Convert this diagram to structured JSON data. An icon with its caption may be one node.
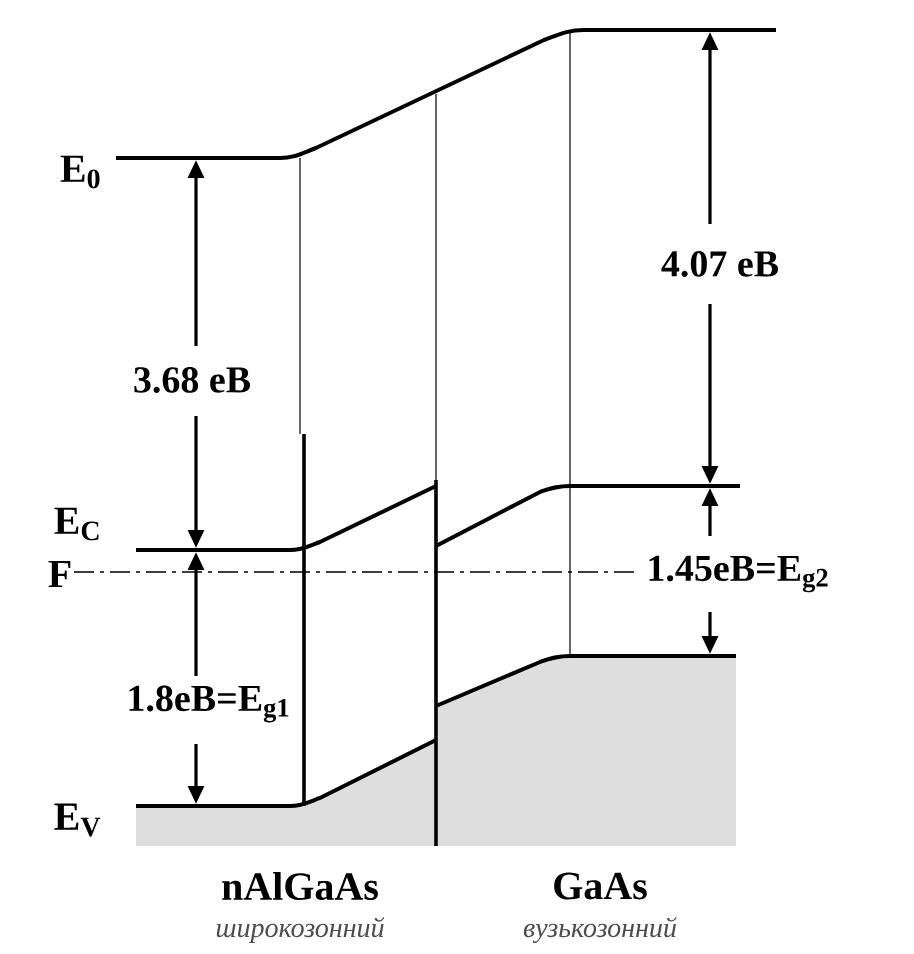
{
  "diagram": {
    "labels": [
      "E$_{0}$",
      "4.07 eB",
      "3.68 eB",
      "E$_{C}$",
      "F",
      "1.45eB=E$_{g2}$",
      "1.8eB=E$_{g1}$",
      "E$_{V}$",
      "nAlGaAs",
      "GaAs",
      "широкозонний",
      "вузькозонний"
    ]
  }
}
